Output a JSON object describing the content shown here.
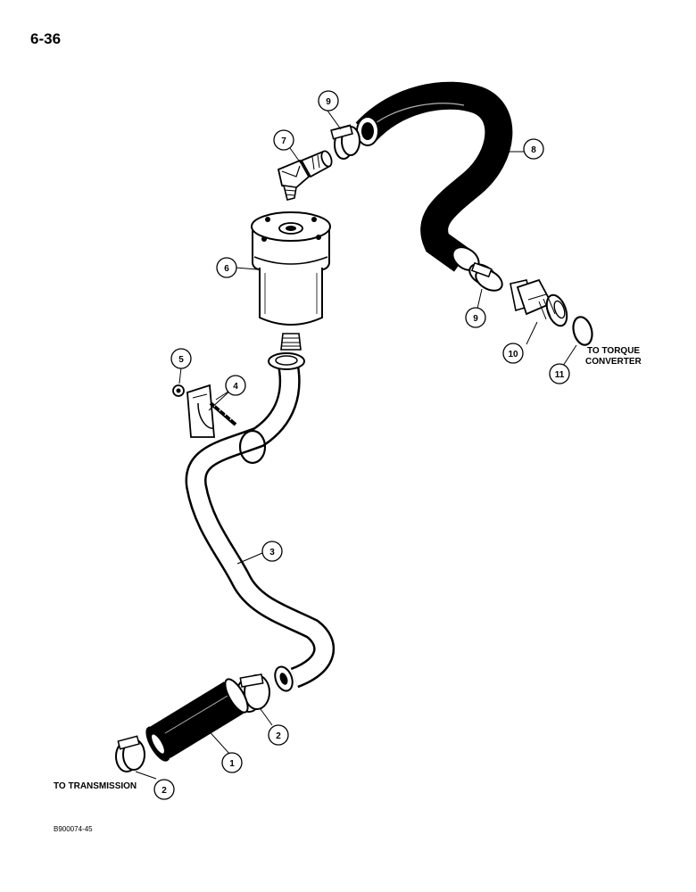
{
  "page_number": "6-36",
  "drawing_id": "B900074-45",
  "notes": {
    "torque_converter": [
      "TO TORQUE",
      "CONVERTER"
    ],
    "transmission": "TO TRANSMISSION"
  },
  "callouts": [
    "1",
    "2",
    "2",
    "3",
    "4",
    "5",
    "6",
    "7",
    "8",
    "9",
    "9",
    "10",
    "11"
  ],
  "parts": [
    "hose",
    "hose-clamp",
    "hose-clamp",
    "tube",
    "bracket",
    "nut",
    "filter",
    "elbow",
    "hose",
    "hose-clamp",
    "hose-clamp",
    "fitting",
    "o-ring"
  ]
}
